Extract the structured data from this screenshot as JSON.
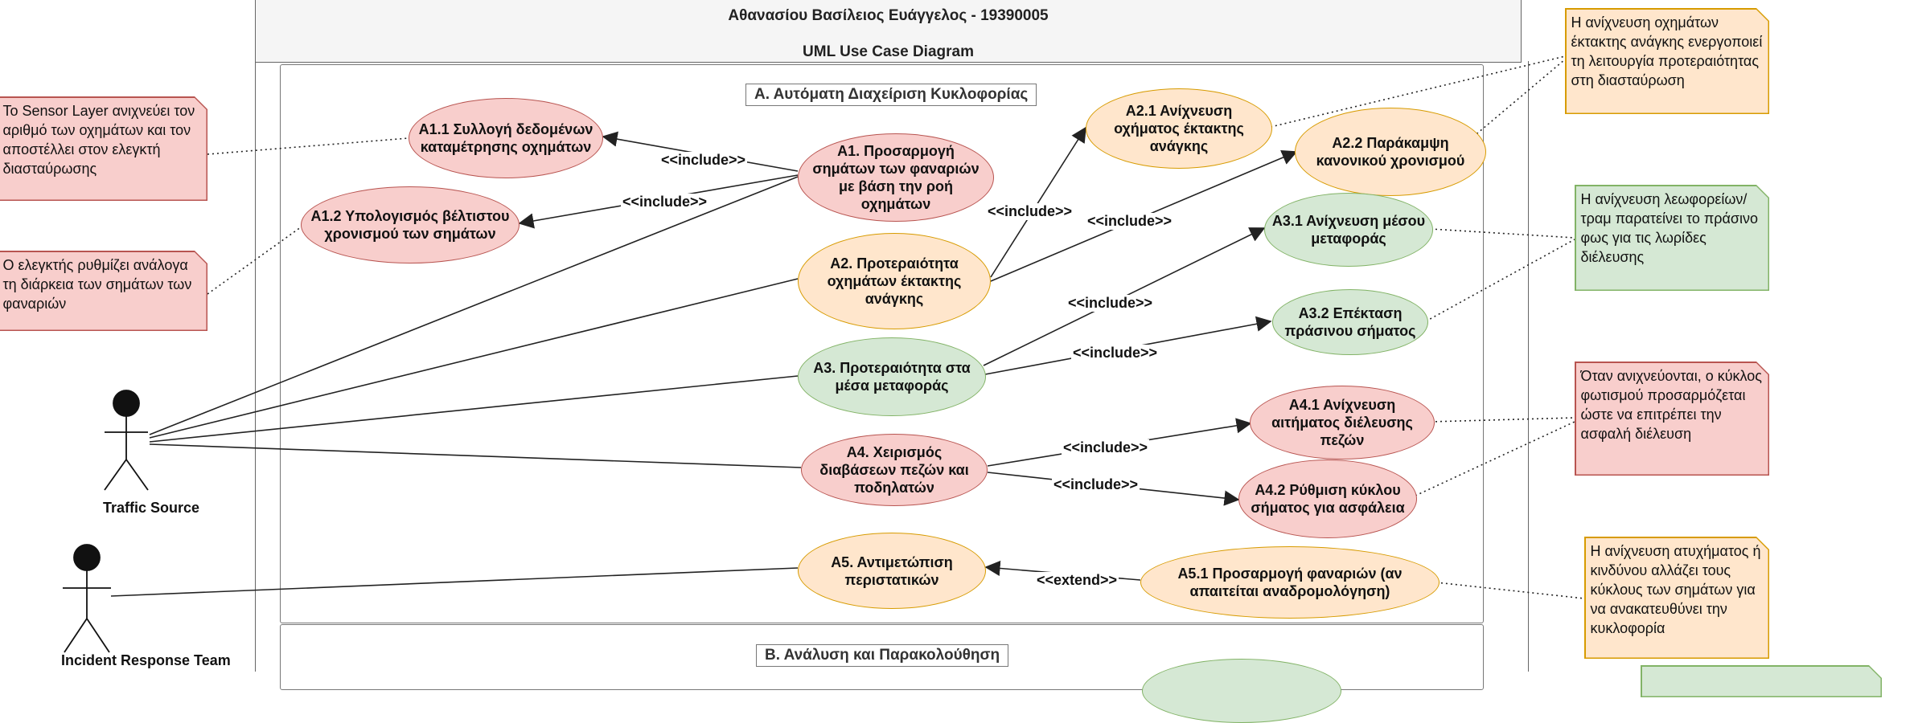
{
  "header": {
    "author": "Αθανασίου Βασίλειος Ευάγγελος - 19390005",
    "diagram_type": "UML Use Case Diagram"
  },
  "packages": {
    "a_title": "Α. Αυτόματη Διαχείριση Κυκλοφορίας",
    "b_title": "Β. Ανάλυση και Παρακολούθηση"
  },
  "actors": {
    "traffic_source": "Traffic Source",
    "incident_team": "Incident Response Team"
  },
  "use_cases": {
    "a1": "Α1. Προσαρμογή σημάτων των φαναριών με βάση την ροή οχημάτων",
    "a1_1": "Α1.1 Συλλογή δεδομένων καταμέτρησης οχημάτων",
    "a1_2": "Α1.2 Υπολογισμός βέλτιστου χρονισμού των σημάτων",
    "a2": "Α2. Προτεραιότητα οχημάτων έκτακτης ανάγκης",
    "a2_1": "Α2.1 Ανίχνευση οχήματος έκτακτης ανάγκης",
    "a2_2": "Α2.2 Παράκαμψη κανονικού χρονισμού",
    "a3": "Α3. Προτεραιότητα στα μέσα μεταφοράς",
    "a3_1": "Α3.1 Ανίχνευση μέσου μεταφοράς",
    "a3_2": "Α3.2 Επέκταση πράσινου σήματος",
    "a4": "Α4. Χειρισμός διαβάσεων πεζών και ποδηλατών",
    "a4_1": "Α4.1 Ανίχνευση αιτήματος διέλευσης πεζών",
    "a4_2": "Α4.2 Ρύθμιση κύκλου σήματος για ασφάλεια",
    "a5": "Α5. Αντιμετώπιση περιστατικών",
    "a5_1": "Α5.1 Προσαρμογή φαναριών (αν απαιτείται αναδρομολόγηση)"
  },
  "relations": {
    "include": "<<include>>",
    "extend": "<<extend>>"
  },
  "notes": {
    "sensor": "Το Sensor Layer ανιχνεύει τον αριθμό των οχημάτων και τον αποστέλλει στον ελεγκτή διασταύρωσης",
    "controller": "Ο ελεγκτής ρυθμίζει ανάλογα τη διάρκεια των σημάτων των φαναριών",
    "emergency": "Η ανίχνευση οχημάτων έκτακτης ανάγκης ενεργοποιεί τη λειτουργία προτεραιότητας στη διασταύρωση",
    "transit": "Η ανίχνευση λεωφορείων/τραμ παρατείνει το πράσινο φως για τις λωρίδες διέλευσης",
    "pedestrian": "Όταν ανιχνεύονται, ο κύκλος φωτισμού προσαρμόζεται ώστε να επιτρέπει την ασφαλή διέλευση",
    "incident": "Η ανίχνευση ατυχήματος ή κινδύνου αλλάζει τους κύκλους των σημάτων για να ανακατευθύνει την κυκλοφορία"
  },
  "colors": {
    "red_fill": "#f8cecc",
    "red_stroke": "#b85450",
    "orange_fill": "#ffe6cc",
    "orange_stroke": "#d79b00",
    "green_fill": "#d5e8d4",
    "green_stroke": "#82b366"
  }
}
